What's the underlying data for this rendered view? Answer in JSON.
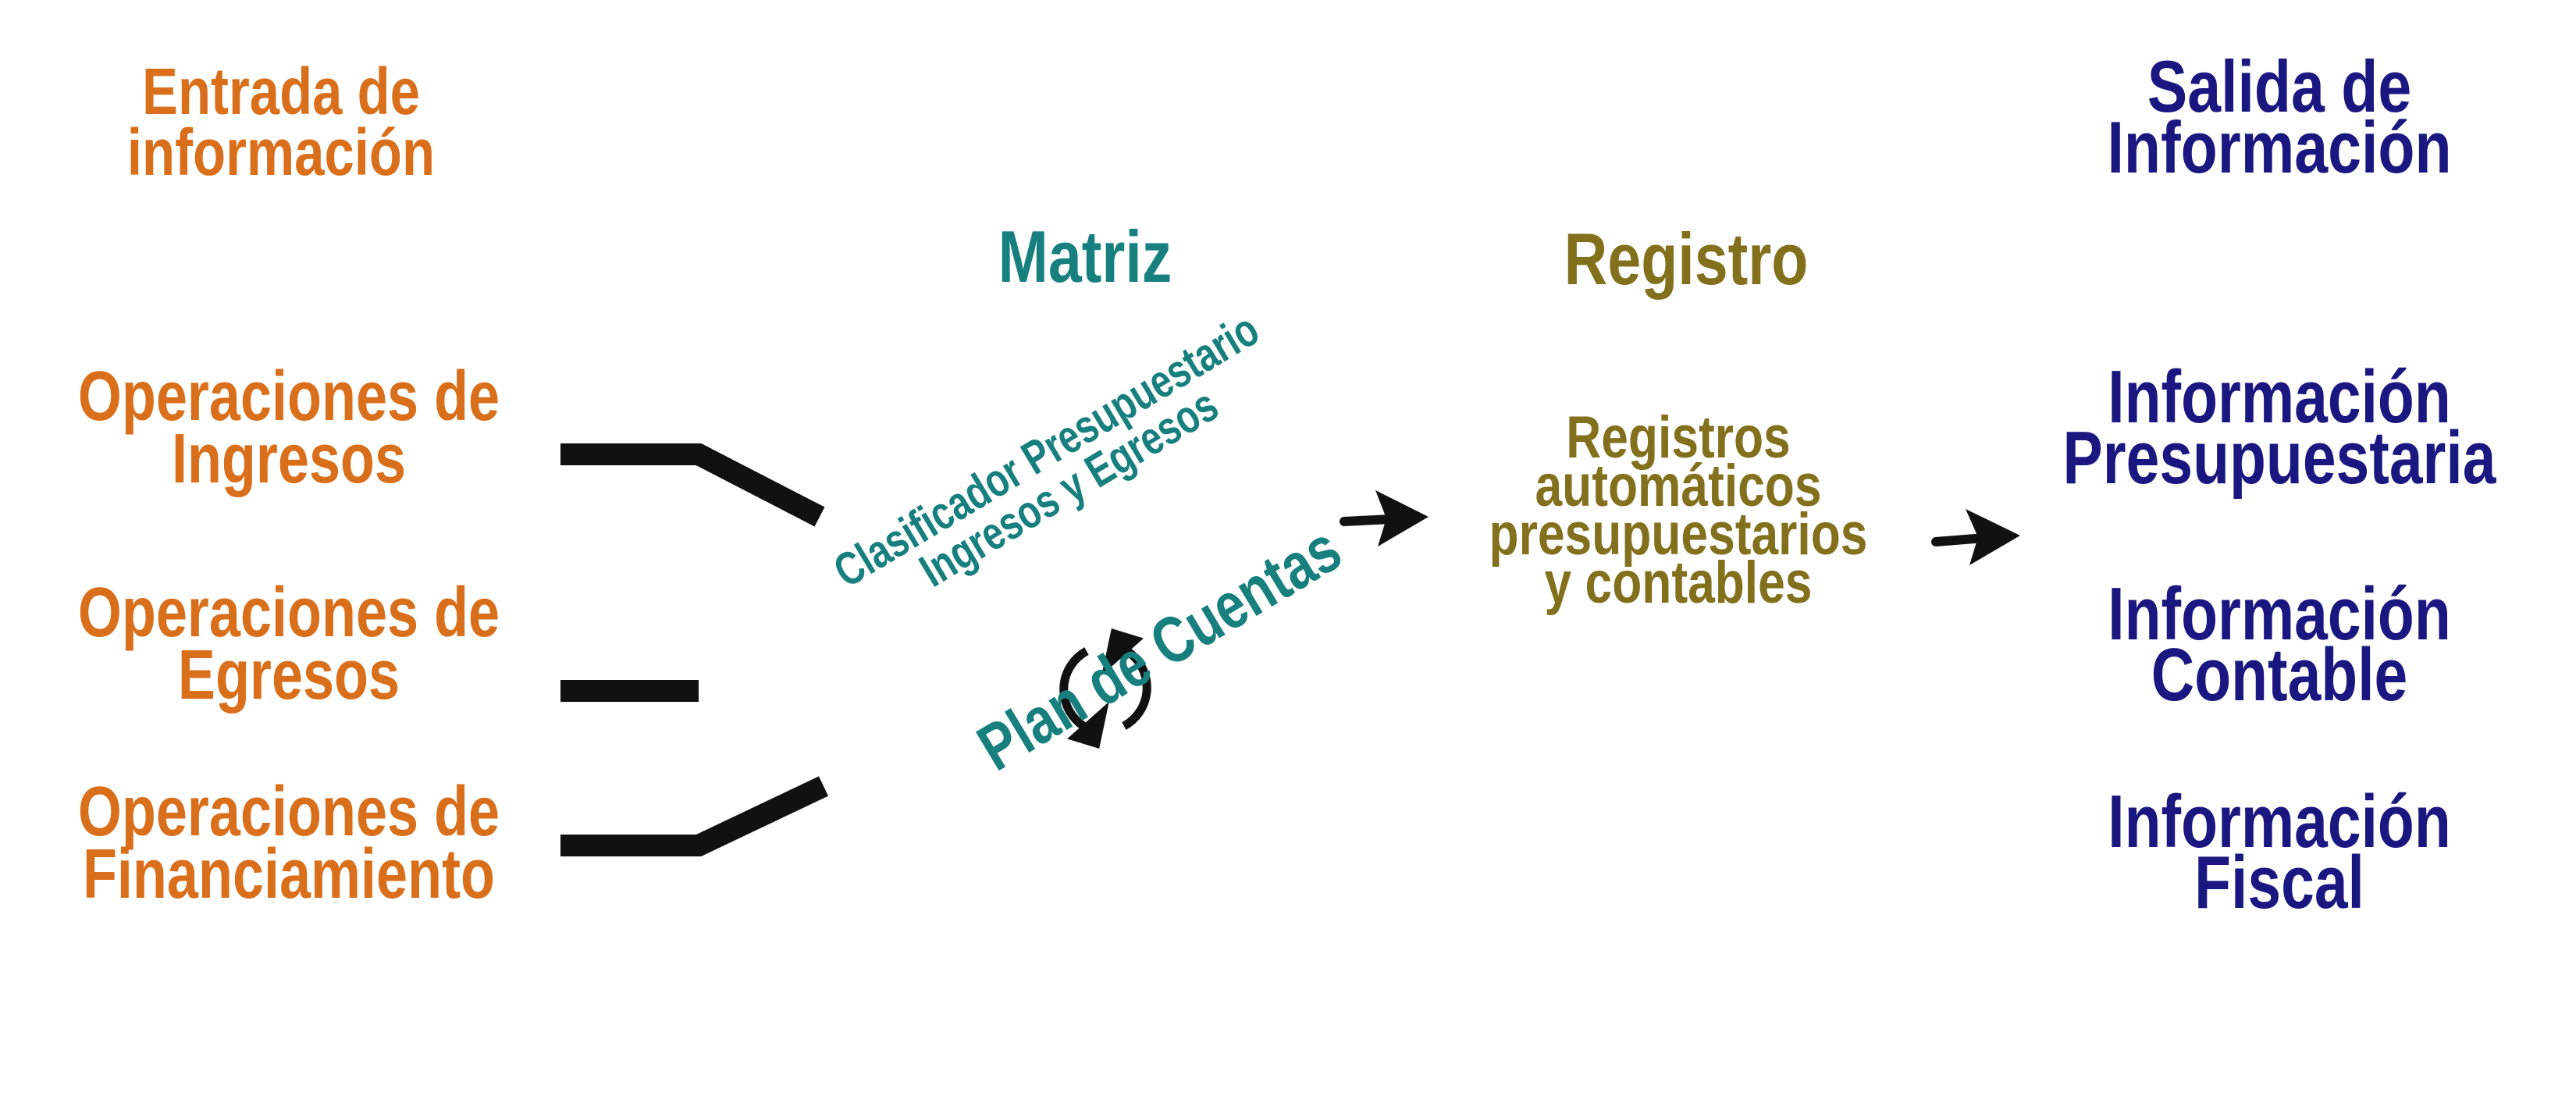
{
  "colors": {
    "input": "#d96f1b",
    "matrix": "#17807f",
    "register": "#82701c",
    "output": "#1a1780",
    "connector": "#111111"
  },
  "input": {
    "heading": [
      "Entrada de",
      "información"
    ],
    "items": [
      [
        "Operaciones de",
        "Ingresos"
      ],
      [
        "Operaciones de",
        "Egresos"
      ],
      [
        "Operaciones de",
        "Financiamiento"
      ]
    ]
  },
  "matrix": {
    "heading": "Matriz",
    "classifier": [
      "Clasificador Presupuestario",
      "Ingresos y Egresos"
    ],
    "accounts": "Plan de Cuentas",
    "exchange_icon": "cycle-arrows-icon"
  },
  "register": {
    "heading": "Registro",
    "body": [
      "Registros",
      "automáticos",
      "presupuestarios",
      "y contables"
    ]
  },
  "output": {
    "heading": [
      "Salida de",
      "Información"
    ],
    "items": [
      [
        "Información",
        "Presupuestaria"
      ],
      [
        "Información",
        "Contable"
      ],
      [
        "Información",
        "Fiscal"
      ]
    ]
  }
}
